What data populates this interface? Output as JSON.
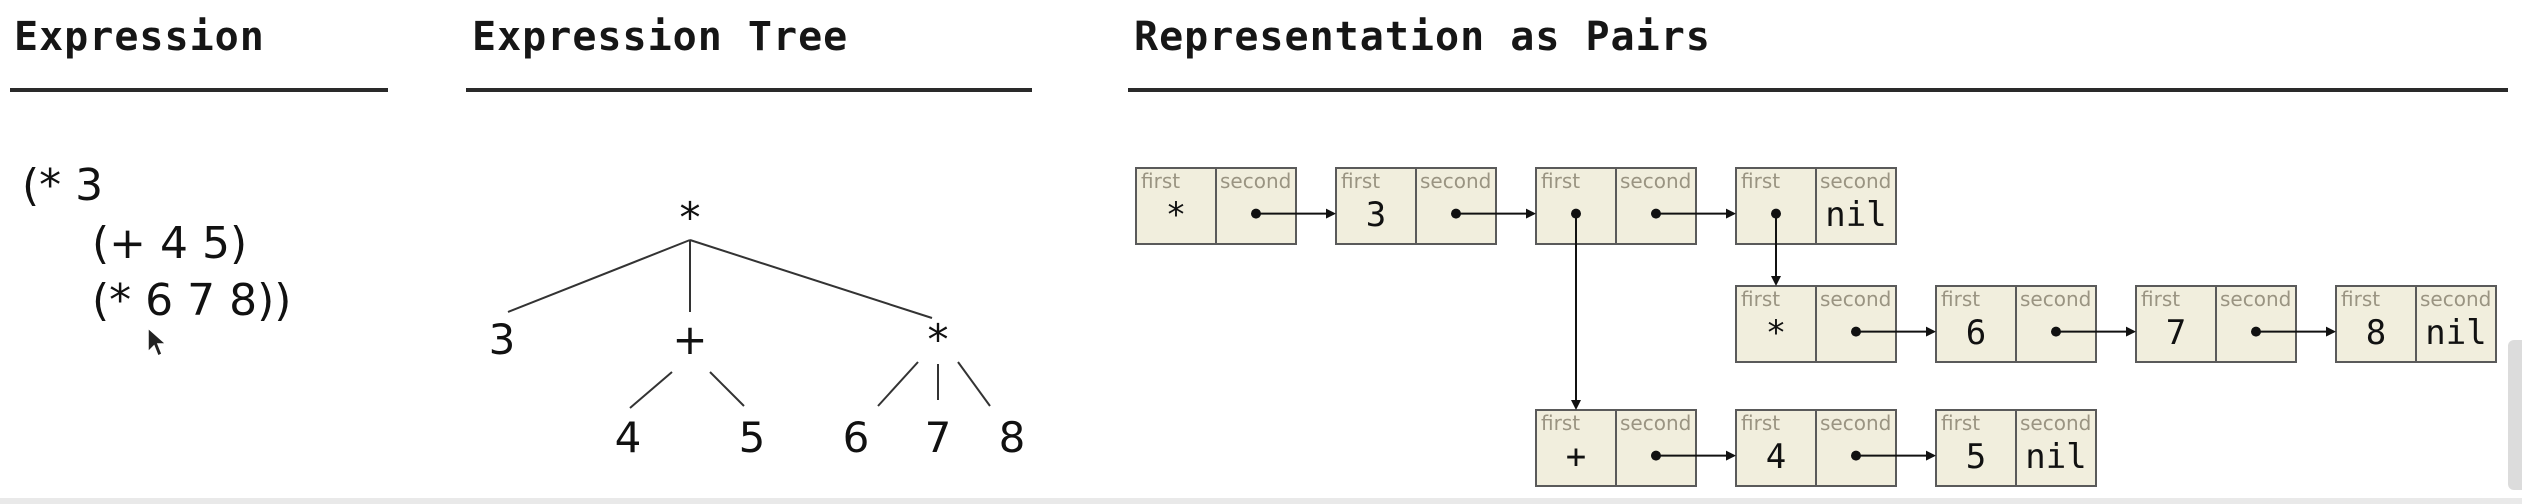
{
  "headings": {
    "expression": "Expression",
    "tree": "Expression Tree",
    "pairs": "Representation as Pairs"
  },
  "expression_lines": [
    "(* 3",
    "(+ 4 5)",
    "(* 6 7 8))"
  ],
  "tree": {
    "root": "*",
    "root_children": [
      "3",
      "+",
      "*"
    ],
    "plus_children": [
      "4",
      "5"
    ],
    "times_children": [
      "6",
      "7",
      "8"
    ]
  },
  "pair_labels": {
    "first": "first",
    "second": "second"
  },
  "pairs": {
    "row1": [
      "*",
      "3",
      "",
      ""
    ],
    "row2": [
      "*",
      "6",
      "7",
      "8"
    ],
    "row3": [
      "+",
      "4",
      "5"
    ],
    "nil": "nil"
  },
  "colors": {
    "box_fill": "#f1eedd",
    "box_stroke": "#5a5a5a",
    "label": "#9a9482",
    "rule": "#2a2a2a"
  }
}
